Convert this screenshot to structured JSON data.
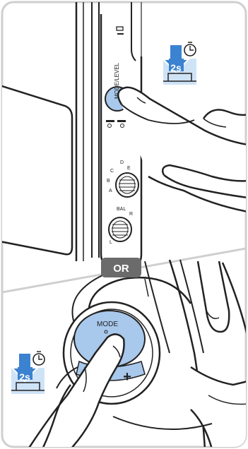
{
  "panel_top": {
    "button_label": "MODE/LEVEL",
    "hold_duration": "2s",
    "knob_top_letters": [
      "D",
      "E",
      "C",
      "B",
      "A"
    ],
    "knob_bottom_label": "BAL",
    "knob_bottom_letters": [
      "R",
      "L"
    ]
  },
  "divider_label": "OR",
  "panel_bottom": {
    "button_label": "MODE",
    "hold_duration": "2s",
    "plus_symbol": "+"
  },
  "colors": {
    "button_blue": "#a8c8ec",
    "arrow_blue": "#3b82d0",
    "badge_bg": "#6b6b6b",
    "frame_border": "#cfcfcf",
    "timer_box": "#cfe3f7"
  }
}
